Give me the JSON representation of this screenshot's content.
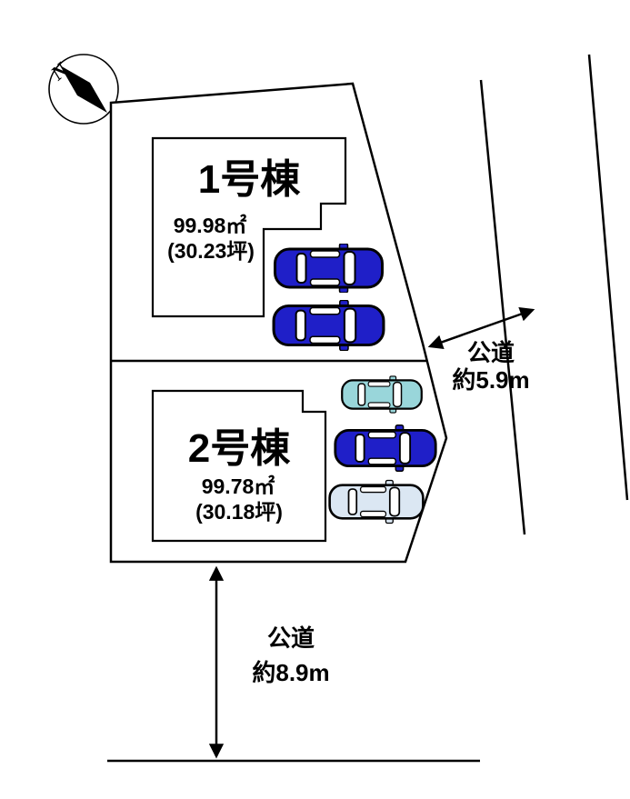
{
  "compass": {
    "label": "N"
  },
  "buildings": [
    {
      "name": "1号棟",
      "area": "99.98㎡",
      "tsubo": "(30.23坪)"
    },
    {
      "name": "2号棟",
      "area": "99.78㎡",
      "tsubo": "(30.18坪)"
    }
  ],
  "roads": {
    "right": {
      "name": "公道",
      "width": "約5.9m"
    },
    "bottom": {
      "name": "公道",
      "width": "約8.9m"
    }
  },
  "cars": [
    {
      "color": "#1f1fc8"
    },
    {
      "color": "#1f1fc8"
    },
    {
      "color": "#99d6da"
    },
    {
      "color": "#1f1fc8"
    },
    {
      "color": "#dbe7f3"
    }
  ],
  "colors": {
    "line": "#000000",
    "background": "#ffffff"
  }
}
